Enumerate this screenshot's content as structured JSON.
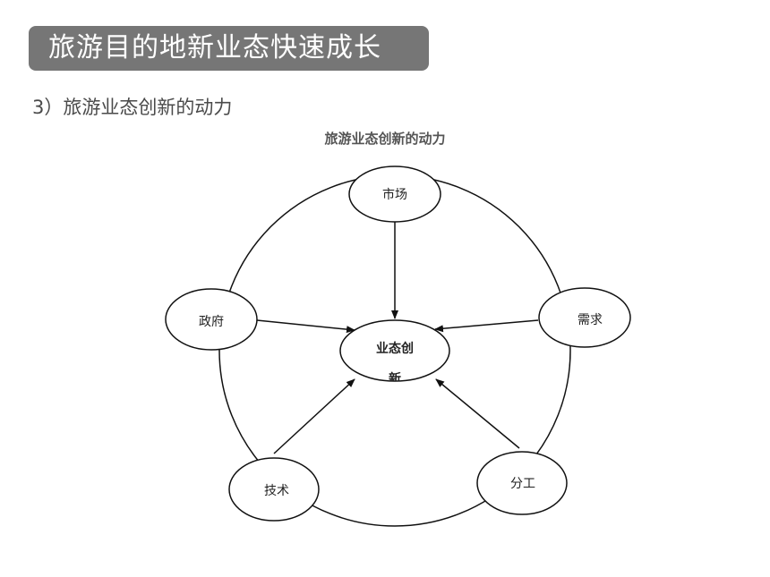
{
  "header": {
    "title": "旅游目的地新业态快速成长"
  },
  "section": {
    "subtitle": "3）旅游业态创新的动力"
  },
  "diagram": {
    "title": "旅游业态创新的动力",
    "center": {
      "label": "业态创",
      "label_cut": "新"
    },
    "nodes": [
      {
        "id": "market",
        "label": "市场"
      },
      {
        "id": "demand",
        "label": "需求"
      },
      {
        "id": "division",
        "label": "分工"
      },
      {
        "id": "technology",
        "label": "技术"
      },
      {
        "id": "government",
        "label": "政府"
      }
    ]
  }
}
